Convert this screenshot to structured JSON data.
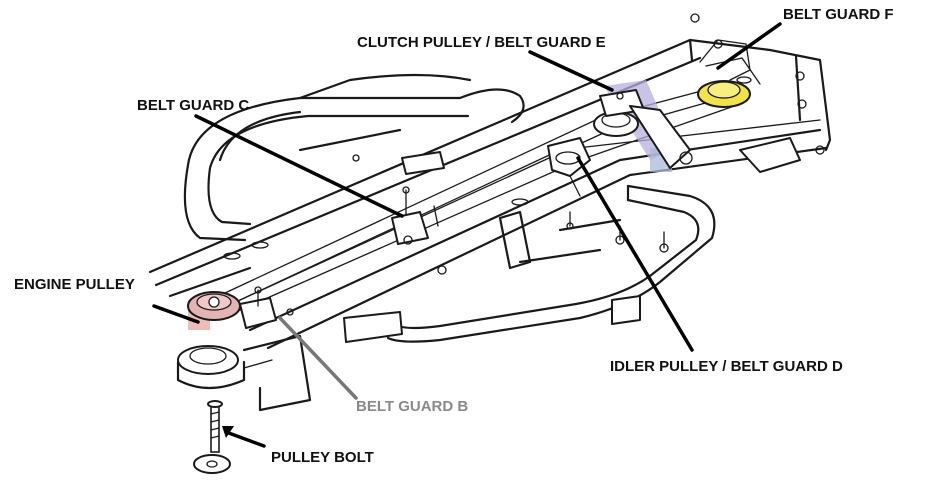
{
  "labels": {
    "belt_guard_f": "BELT GUARD F",
    "clutch_pulley": "CLUTCH PULLEY / BELT GUARD E",
    "belt_guard_c": "BELT GUARD C",
    "engine_pulley": "ENGINE PULLEY",
    "idler_pulley": "IDLER PULLEY / BELT GUARD D",
    "belt_guard_b": "BELT GUARD B",
    "pulley_bolt": "PULLEY BOLT"
  },
  "colors": {
    "label_dark": "#111111",
    "label_gray": "#8a8a8a",
    "highlight_yellow": "#f2e24a",
    "highlight_red": "#e8a0a0",
    "highlight_purple": "#b7b0dc",
    "highlight_blue": "#a9b9d6"
  }
}
